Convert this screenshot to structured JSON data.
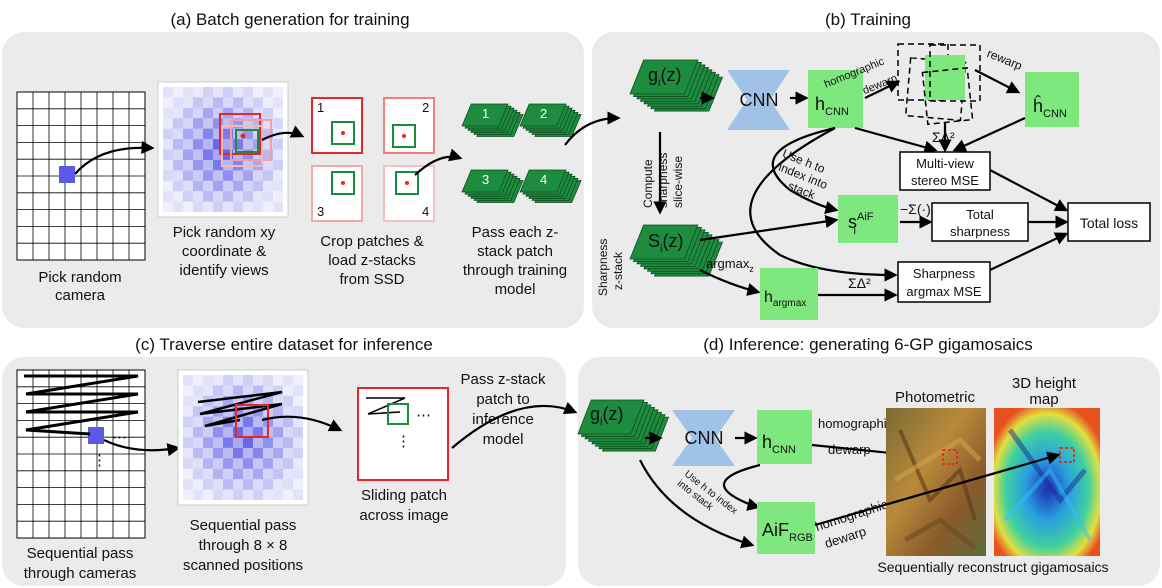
{
  "panels": {
    "a": {
      "title": "(a) Batch generation for training",
      "camera_caption": [
        "Pick random",
        "camera"
      ],
      "views_caption": [
        "Pick random xy",
        "coordinate &",
        "identify views"
      ],
      "crop_caption": [
        "Crop patches &",
        "load z-stacks",
        "from SSD"
      ],
      "pass_caption": [
        "Pass each z-",
        "stack patch",
        "through training",
        "model"
      ],
      "patch_numbers": [
        "1",
        "2",
        "3",
        "4"
      ],
      "stack_numbers": [
        "1",
        "2",
        "3",
        "4"
      ]
    },
    "b": {
      "title": "(b) Training",
      "g_label": "g",
      "g_sub": "i",
      "g_arg": "(z)",
      "cnn_label": "CNN",
      "h_cnn": "h",
      "h_cnn_sub": "CNN",
      "homographic_dewarp": [
        "homographic",
        "dewarp"
      ],
      "rewarp": "rewarp",
      "h_hat": "ĥ",
      "h_hat_sub": "CNN",
      "sum_delta": "ΣΔ²",
      "mv_mse": [
        "Multi-view",
        "stereo MSE"
      ],
      "use_h": [
        "Use h to",
        "index into",
        "stack"
      ],
      "compute_sharp": [
        "Compute",
        "sharpness",
        "slice-wise"
      ],
      "sharpness_zstack": [
        "Sharpness",
        "z-stack"
      ],
      "s_label": "S",
      "s_sub": "i",
      "s_arg": "(z)",
      "sAiF": "s",
      "sAiF_sup": "AiF",
      "sAiF_sub": "i",
      "sum_op": "−Σ(·)",
      "total_sharpness": [
        "Total",
        "sharpness"
      ],
      "total_loss": "Total loss",
      "argmax": "argmax",
      "argmax_sub": "z",
      "h_argmax": "h",
      "h_argmax_sub": "argmax",
      "sum_delta2": "ΣΔ²",
      "sharp_argmax_mse": [
        "Sharpness",
        "argmax MSE"
      ]
    },
    "c": {
      "title": "(c) Traverse entire dataset for inference",
      "cam_caption": [
        "Sequential pass",
        "through cameras"
      ],
      "pos_caption": [
        "Sequential pass",
        "through 8 × 8",
        "scanned positions"
      ],
      "slide_caption": [
        "Sliding patch",
        "across image"
      ],
      "pass_caption": [
        "Pass z-stack",
        "patch to",
        "inference",
        "model"
      ],
      "dots": "⋯",
      "vdots": "⋮"
    },
    "d": {
      "title": "(d) Inference: generating 6-GP gigamosaics",
      "g_label": "g",
      "g_sub": "i",
      "g_arg": "(z)",
      "cnn_label": "CNN",
      "h_cnn": "h",
      "h_cnn_sub": "CNN",
      "homographic_dewarp": [
        "homographic",
        "dewarp"
      ],
      "use_h": [
        "Use h to index",
        "into stack"
      ],
      "aif": "AiF",
      "aif_sub": "RGB",
      "homographic_dewarp2": [
        "homographic",
        "dewarp"
      ],
      "photometric": "Photometric",
      "height_map": [
        "3D height",
        "map"
      ],
      "reconstruct": "Sequentially reconstruct gigamosaics"
    }
  },
  "colors": {
    "panel_bg": "#ebebeb",
    "green": "#7ee87e",
    "dark_green": "#1e8c3e",
    "cnn_blue": "#9fc2e6",
    "red": "#e8262a",
    "camera_blue": "#5a5ae6"
  }
}
